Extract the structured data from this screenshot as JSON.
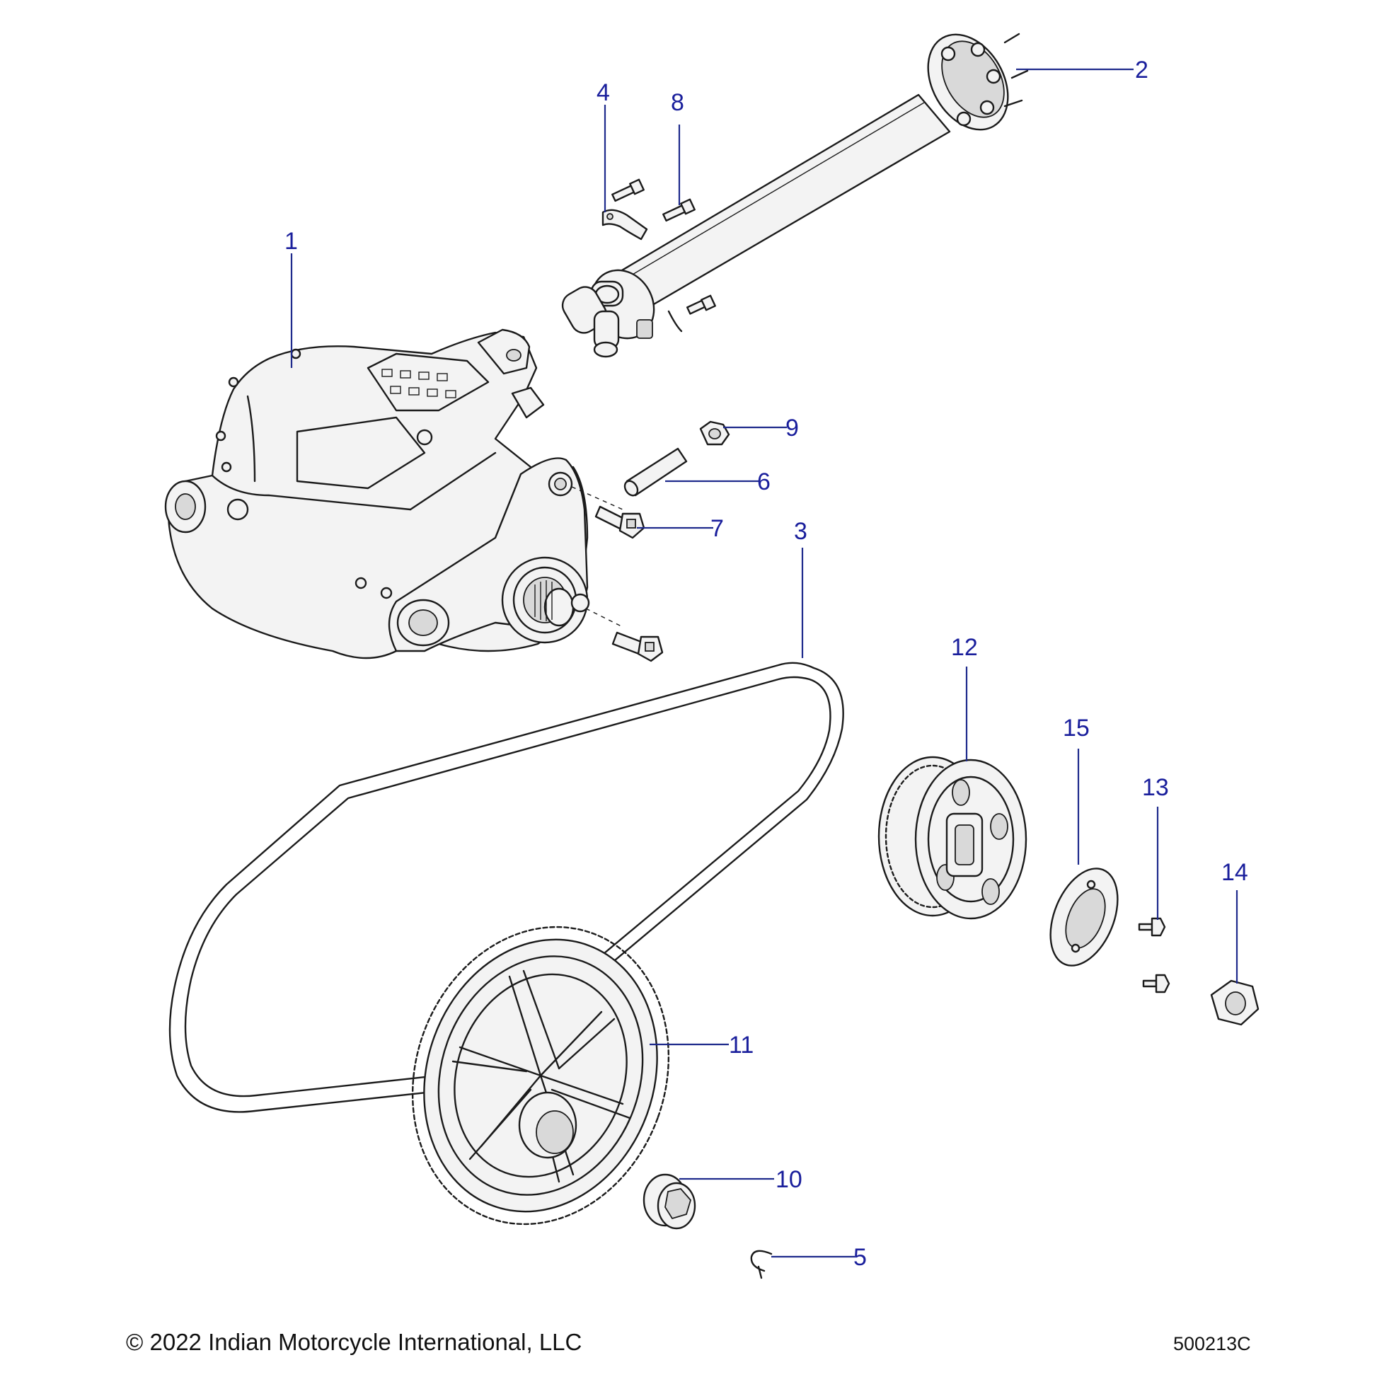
{
  "callouts": {
    "c1": "1",
    "c2": "2",
    "c3": "3",
    "c4": "4",
    "c5": "5",
    "c6": "6",
    "c7": "7",
    "c8": "8",
    "c9": "9",
    "c10": "10",
    "c11": "11",
    "c12": "12",
    "c13": "13",
    "c14": "14",
    "c15": "15"
  },
  "footer": {
    "copyright": "© 2022 Indian Motorcycle International, LLC",
    "figure_code": "500213C"
  },
  "colors": {
    "callout_text": "#1a1f9c",
    "leader_line": "#1e2a8c",
    "part_outline": "#1b1b1b"
  }
}
